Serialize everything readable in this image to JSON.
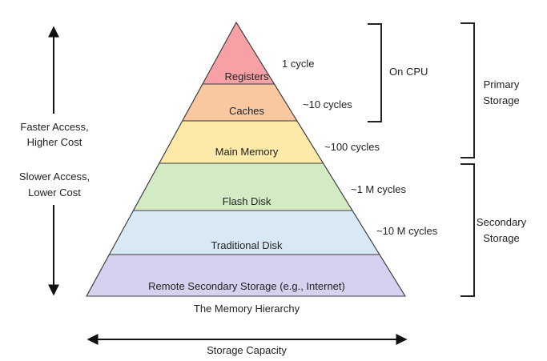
{
  "diagram": {
    "caption": "The Memory Hierarchy",
    "capacity_label": "Storage Capacity",
    "access_labels": {
      "top": [
        "Faster Access,",
        "Higher Cost"
      ],
      "bottom": [
        "Slower Access,",
        "Lower Cost"
      ]
    },
    "levels": [
      {
        "name": "Registers",
        "latency": "1 cycle",
        "color": "#f7a1a6"
      },
      {
        "name": "Caches",
        "latency": "~10 cycles",
        "color": "#f9c8a1"
      },
      {
        "name": "Main Memory",
        "latency": "~100 cycles",
        "color": "#fdeaa8"
      },
      {
        "name": "Flash Disk",
        "latency": "~1 M cycles",
        "color": "#d3ebc5"
      },
      {
        "name": "Traditional Disk",
        "latency": "~10 M cycles",
        "color": "#d9e8f5"
      },
      {
        "name": "Remote Secondary Storage (e.g., Internet)",
        "latency": "",
        "color": "#d7d1f0"
      }
    ],
    "brackets": {
      "on_cpu": "On CPU",
      "primary": [
        "Primary",
        "Storage"
      ],
      "secondary": [
        "Secondary",
        "Storage"
      ]
    }
  }
}
